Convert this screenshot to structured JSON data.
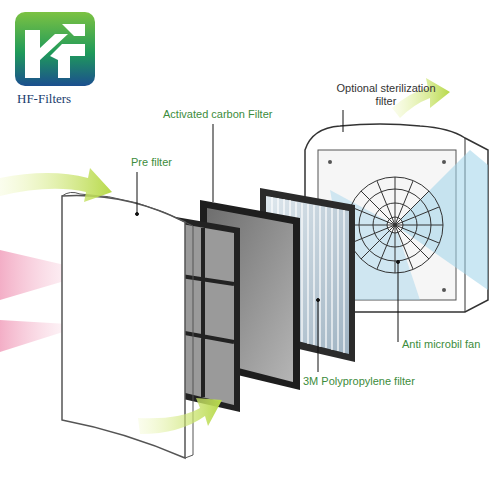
{
  "diagram": {
    "labels": [
      "HF-Filters",
      "Optional sterilization filter",
      "Activated carbon Filter",
      "Pre filter",
      "Anti microbil fan",
      "3M Polypropylene filter"
    ]
  }
}
